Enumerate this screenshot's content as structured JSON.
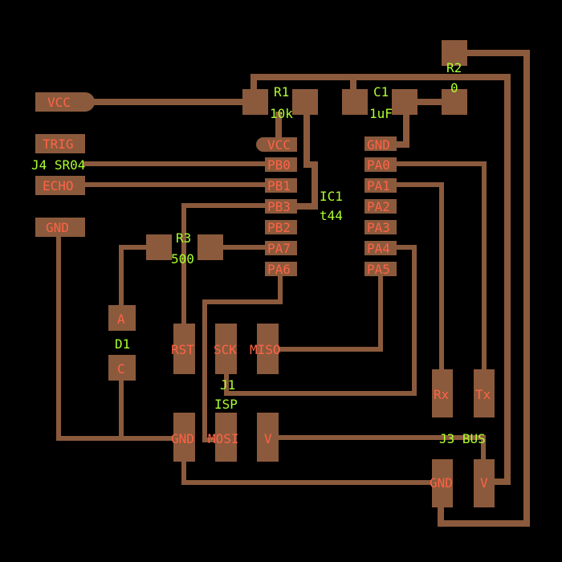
{
  "board": {
    "background": "#000000",
    "copper_color": "#8B5A3C",
    "pad_label_color": "#FF6347",
    "part_label_color": "#ADFF2F"
  },
  "components": {
    "r1": {
      "ref": "R1",
      "value": "10k"
    },
    "c1": {
      "ref": "C1",
      "value": "1uF"
    },
    "r2": {
      "ref": "R2",
      "value": "0"
    },
    "r3": {
      "ref": "R3",
      "value": "500"
    },
    "ic1": {
      "ref": "IC1",
      "value": "t44"
    },
    "j4": {
      "ref": "J4 SR04"
    },
    "d1": {
      "ref": "D1"
    },
    "j1": {
      "ref": "J1",
      "value": "ISP"
    },
    "j3": {
      "ref": "J3 BUS"
    }
  },
  "pads": {
    "vcc": "VCC",
    "trig": "TRIG",
    "echo": "ECHO",
    "gnd": "GND",
    "ic_vcc": "VCC",
    "pb0": "PB0",
    "pb1": "PB1",
    "pb3": "PB3",
    "pb2": "PB2",
    "pa7": "PA7",
    "pa6": "PA6",
    "ic_gnd": "GND",
    "pa0": "PA0",
    "pa1": "PA1",
    "pa2": "PA2",
    "pa3": "PA3",
    "pa4": "PA4",
    "pa5": "PA5",
    "d1_a": "A",
    "d1_c": "C",
    "rst": "RST",
    "sck": "SCK",
    "miso": "MISO",
    "isp_gnd": "GND",
    "mosi": "MOSI",
    "isp_v": "V",
    "rx": "Rx",
    "tx": "Tx",
    "bus_gnd": "GND",
    "bus_v": "V"
  }
}
